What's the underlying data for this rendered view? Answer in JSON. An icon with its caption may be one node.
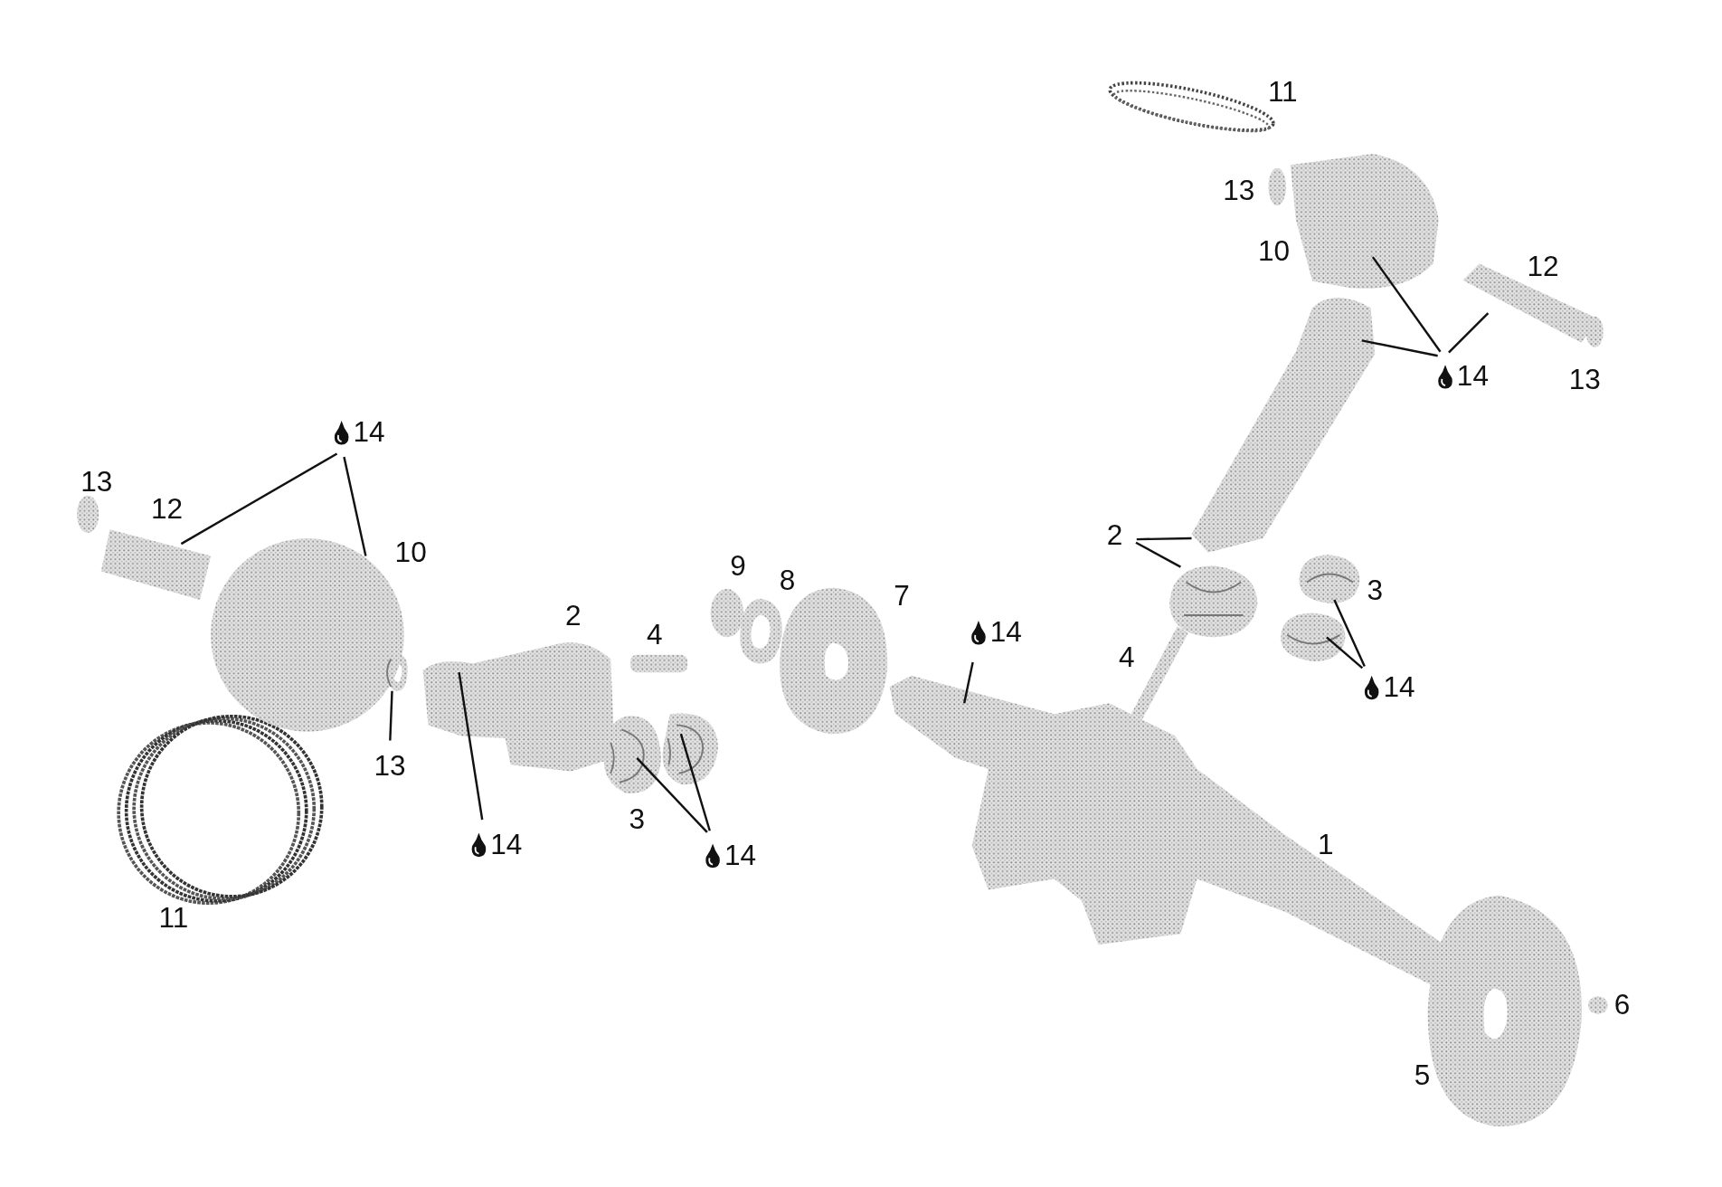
{
  "diagram": {
    "nodes": [
      {
        "text": [
          "14"
        ]
      },
      {
        "text": [],
        "shape": "picture"
      },
      {
        "text": [],
        "shape": "picture"
      },
      {
        "text": [
          "13"
        ]
      },
      {
        "text": [],
        "shape": "picture"
      },
      {
        "text": [
          "14"
        ]
      },
      {
        "text": [],
        "shape": "picture"
      },
      {
        "text": [
          "14"
        ]
      },
      {
        "text": [],
        "shape": "picture"
      },
      {
        "text": [],
        "shape": "picture"
      },
      {
        "text": [
          "14"
        ]
      },
      {
        "text": [],
        "shape": "picture"
      },
      {
        "text": [
          "2"
        ]
      },
      {
        "text": [],
        "shape": "picture"
      },
      {
        "text": [],
        "shape": "picture"
      },
      {
        "text": [
          "14"
        ]
      },
      {
        "text": [],
        "shape": "picture"
      },
      {
        "text": [],
        "shape": "picture"
      },
      {
        "text": [
          "14"
        ]
      },
      {
        "text": [],
        "shape": "picture"
      },
      {
        "text": [],
        "shape": "picture"
      }
    ],
    "edges": [
      {
        "from": 0,
        "to": 1,
        "arrow": "none"
      },
      {
        "from": 0,
        "to": 2,
        "arrow": "none"
      },
      {
        "from": 3,
        "to": 4,
        "arrow": "none"
      },
      {
        "from": 5,
        "to": 6,
        "arrow": "none"
      },
      {
        "from": 7,
        "to": 8,
        "arrow": "none"
      },
      {
        "from": 7,
        "to": 9,
        "arrow": "none"
      },
      {
        "from": 10,
        "to": 11,
        "arrow": "none"
      },
      {
        "from": 12,
        "to": 13,
        "arrow": "none"
      },
      {
        "from": 12,
        "to": 14,
        "arrow": "none"
      },
      {
        "from": 15,
        "to": 16,
        "arrow": "none"
      },
      {
        "from": 15,
        "to": 17,
        "arrow": "none"
      },
      {
        "from": 18,
        "to": 19,
        "arrow": "none"
      },
      {
        "from": 18,
        "to": 13,
        "arrow": "none"
      },
      {
        "from": 18,
        "to": 20,
        "arrow": "none"
      }
    ],
    "labels": [
      "11",
      "13",
      "10",
      "12",
      "13",
      "13",
      "12",
      "10",
      "9",
      "8",
      "2",
      "3",
      "7",
      "4",
      "4",
      "3",
      "1",
      "11",
      "6",
      "5"
    ]
  }
}
